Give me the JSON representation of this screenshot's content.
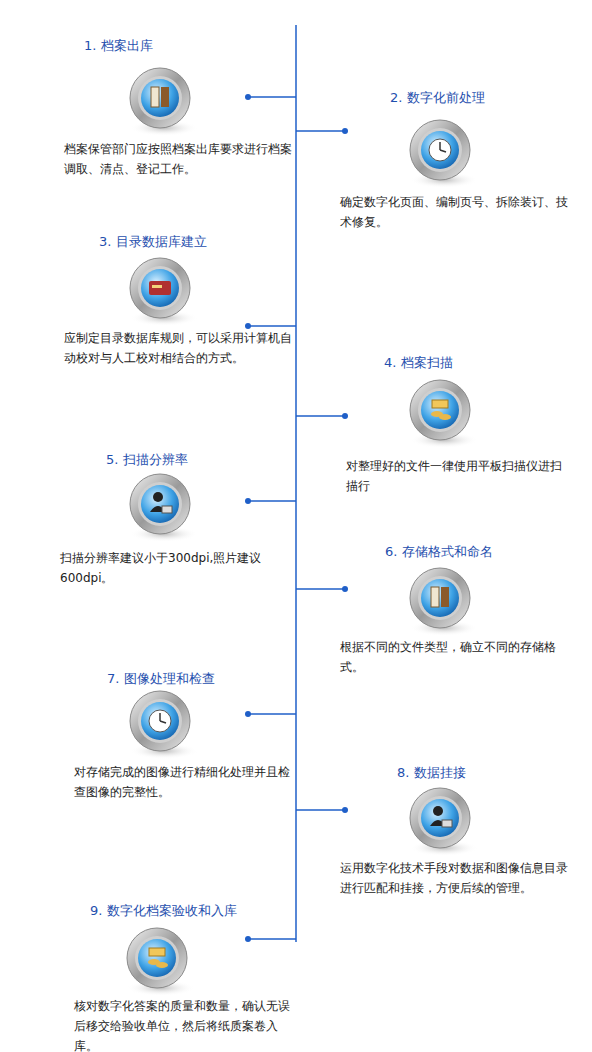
{
  "diagram": {
    "nodes": [
      {
        "text": [
          "1. 档案出库",
          "档案保管部门应按照档案出库要求进行档案调取、清点、登记工作。"
        ]
      },
      {
        "text": [
          "2. 数字化前处理",
          "确定数字化页面、编制页号、拆除装订、技术修复。"
        ]
      },
      {
        "text": [
          "3. 目录数据库建立",
          "应制定目录数据库规则，可以采用计算机自动校对与人工校对相结合的方式。"
        ]
      },
      {
        "text": [
          "4. 档案扫描",
          "对整理好的文件一律使用平板扫描仪进扫描行"
        ]
      },
      {
        "text": [
          "5. 扫描分辨率",
          "扫描分辨率建议小于300dpi,照片建议600dpi。"
        ]
      },
      {
        "text": [
          "6. 存储格式和命名",
          "根据不同的文件类型，确立不同的存储格式。"
        ]
      },
      {
        "text": [
          "7. 图像处理和检查",
          "对存储完成的图像进行精细化处理并且检查图像的完整性。"
        ]
      },
      {
        "text": [
          "8. 数据挂接",
          "运用数字化技术手段对数据和图像信息目录进行匹配和挂接，方便后续的管理。"
        ]
      },
      {
        "text": [
          "9. 数字化档案验收和入库",
          "核对数字化答案的质量和数量，确认无误后移交给验收单位，然后将纸质案卷入库。"
        ]
      }
    ]
  }
}
